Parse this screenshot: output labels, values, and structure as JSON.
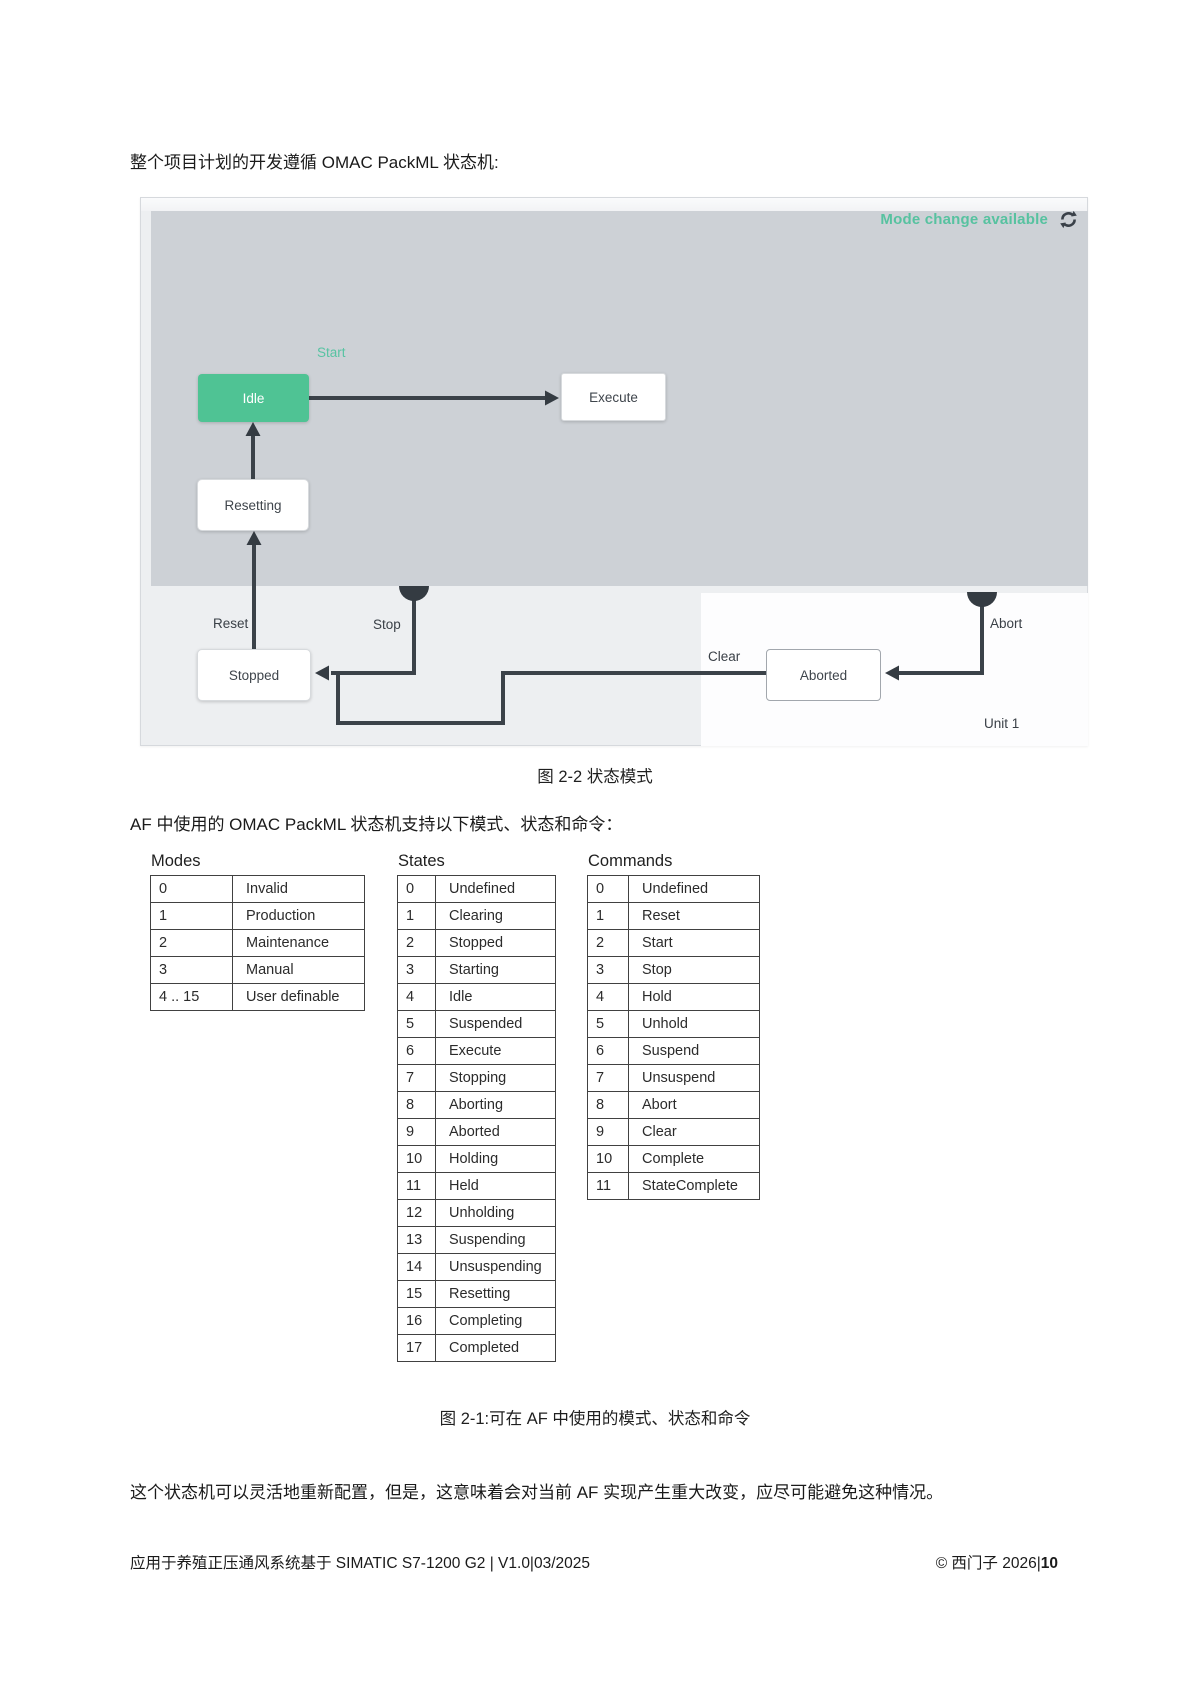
{
  "page": {
    "intro": "整个项目计划的开发遵循 OMAC PackML 状态机:",
    "figure_state_caption": "图 2-2 状态模式",
    "tables_intro": "AF 中使用的 OMAC PackML 状态机支持以下模式、状态和命令：",
    "figure_tables_caption": "图 2-1:可在 AF 中使用的模式、状态和命令",
    "closing": "这个状态机可以灵活地重新配置，但是，这意味着会对当前 AF 实现产生重大改变，应尽可能避免这种情况。",
    "footer_left": "应用于养殖正压通风系统基于 SIMATIC S7-1200 G2 | V1.0|03/2025",
    "footer_right_prefix": "© 西门子 2026|",
    "footer_right_page": "10"
  },
  "diagram": {
    "banner": "Mode change available",
    "unit_label": "Unit 1",
    "states": {
      "idle": "Idle",
      "execute": "Execute",
      "resetting": "Resetting",
      "stopped": "Stopped",
      "aborted": "Aborted"
    },
    "transitions": {
      "start": "Start",
      "reset": "Reset",
      "stop": "Stop",
      "clear": "Clear",
      "abort": "Abort"
    },
    "colors": {
      "active_state": "#4fc394",
      "accent_text": "#58c3a3",
      "connector": "#3b4249",
      "canvas": "#cdd1d6",
      "panel": "#edeff1"
    }
  },
  "tables": {
    "modes": {
      "title": "Modes",
      "rows": [
        [
          "0",
          "Invalid"
        ],
        [
          "1",
          "Production"
        ],
        [
          "2",
          "Maintenance"
        ],
        [
          "3",
          "Manual"
        ],
        [
          "4 .. 15",
          "User definable"
        ]
      ]
    },
    "states": {
      "title": "States",
      "rows": [
        [
          "0",
          "Undefined"
        ],
        [
          "1",
          "Clearing"
        ],
        [
          "2",
          "Stopped"
        ],
        [
          "3",
          "Starting"
        ],
        [
          "4",
          "Idle"
        ],
        [
          "5",
          "Suspended"
        ],
        [
          "6",
          "Execute"
        ],
        [
          "7",
          "Stopping"
        ],
        [
          "8",
          "Aborting"
        ],
        [
          "9",
          "Aborted"
        ],
        [
          "10",
          "Holding"
        ],
        [
          "11",
          "Held"
        ],
        [
          "12",
          "Unholding"
        ],
        [
          "13",
          "Suspending"
        ],
        [
          "14",
          "Unsuspending"
        ],
        [
          "15",
          "Resetting"
        ],
        [
          "16",
          "Completing"
        ],
        [
          "17",
          "Completed"
        ]
      ]
    },
    "commands": {
      "title": "Commands",
      "rows": [
        [
          "0",
          "Undefined"
        ],
        [
          "1",
          "Reset"
        ],
        [
          "2",
          "Start"
        ],
        [
          "3",
          "Stop"
        ],
        [
          "4",
          "Hold"
        ],
        [
          "5",
          "Unhold"
        ],
        [
          "6",
          "Suspend"
        ],
        [
          "7",
          "Unsuspend"
        ],
        [
          "8",
          "Abort"
        ],
        [
          "9",
          "Clear"
        ],
        [
          "10",
          "Complete"
        ],
        [
          "11",
          "StateComplete"
        ]
      ]
    }
  }
}
